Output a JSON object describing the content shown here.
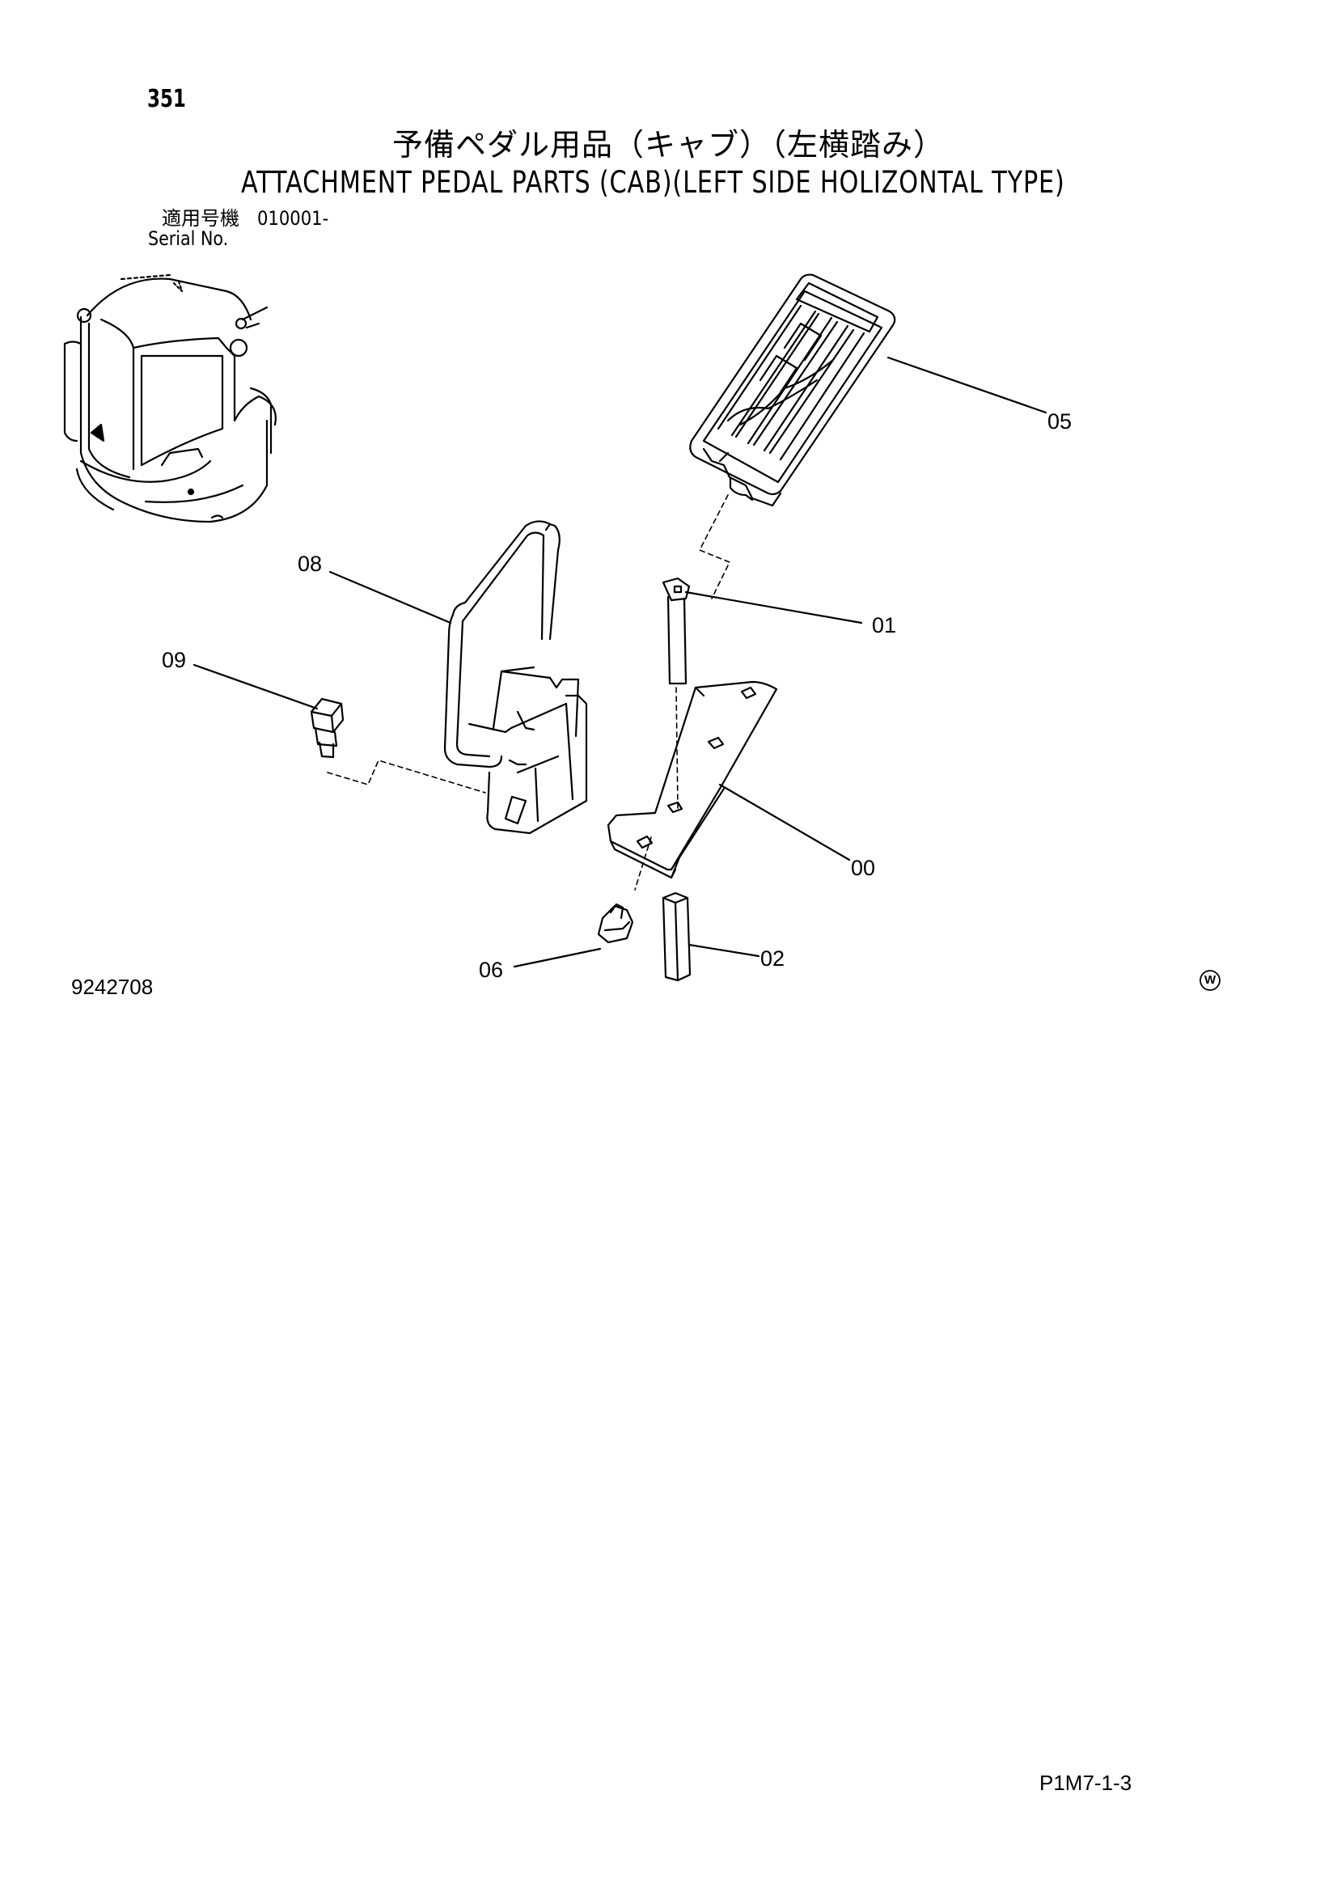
{
  "header": {
    "page_number": "351",
    "title_jp": "予備ペダル用品（キャブ）（左横踏み）",
    "title_en": "ATTACHMENT PEDAL PARTS (CAB)(LEFT SIDE HOLIZONTAL TYPE)",
    "serial_label_jp": "適用号機",
    "serial_value": "010001-",
    "serial_label_en": "Serial No."
  },
  "callouts": {
    "c05": "05",
    "c08": "08",
    "c01": "01",
    "c09": "09",
    "c00": "00",
    "c06": "06",
    "c02": "02"
  },
  "footer": {
    "drawing_number": "9242708",
    "mark": "W",
    "page_code": "P1M7-1-3"
  }
}
